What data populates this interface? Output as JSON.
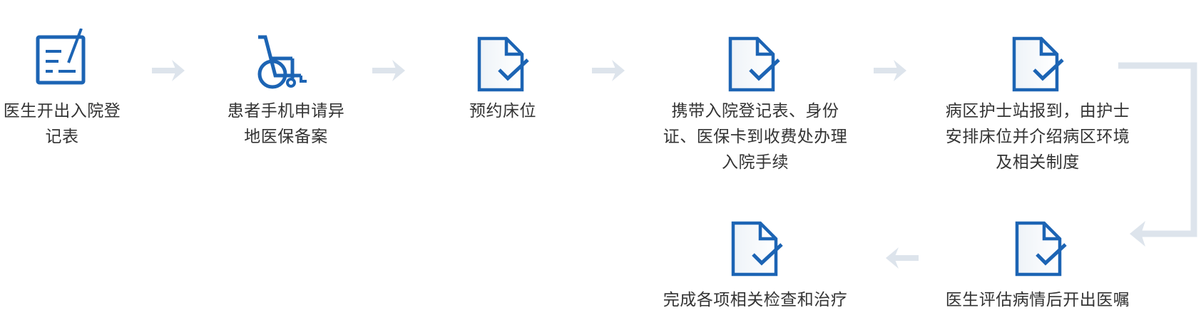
{
  "steps": {
    "s1": {
      "label": "医生开出入院登记表"
    },
    "s2": {
      "label": "患者手机申请异地医保备案"
    },
    "s3": {
      "label": "预约床位"
    },
    "s4": {
      "label": "携带入院登记表、身份证、医保卡到收费处办理入院手续"
    },
    "s5": {
      "label": "病区护士站报到，由护士安排床位并介绍病区环境及相关制度"
    },
    "s6": {
      "label": "医生评估病情后开出医嘱"
    },
    "s7": {
      "label": "完成各项相关检查和治疗"
    }
  },
  "colors": {
    "icon_blue": "#1c64b4",
    "arrow_gray": "#dde4ec",
    "text": "#333333"
  }
}
